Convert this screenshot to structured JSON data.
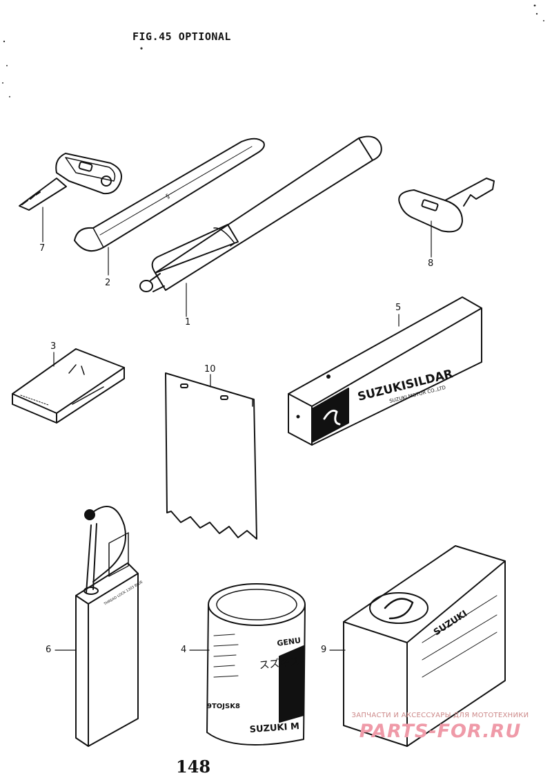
{
  "figure": {
    "title": "FIG.45  OPTIONAL",
    "page_number": "148"
  },
  "callouts": [
    {
      "id": "7",
      "label": "7"
    },
    {
      "id": "2",
      "label": "2"
    },
    {
      "id": "1",
      "label": "1"
    },
    {
      "id": "8",
      "label": "8"
    },
    {
      "id": "3",
      "label": "3"
    },
    {
      "id": "10",
      "label": "10"
    },
    {
      "id": "5",
      "label": "5"
    },
    {
      "id": "6",
      "label": "6"
    },
    {
      "id": "4",
      "label": "4"
    },
    {
      "id": "9",
      "label": "9"
    }
  ],
  "package_texts": {
    "box5_brand": "SUZUKISILDAR",
    "box5_maker": "SUZUKI MOTOR CO.,LTD",
    "can4_genuine": "GENU",
    "can4_kana": "スズキス-",
    "can4_code": "9TOJSK8",
    "can4_brand": "SUZUKI M",
    "can9_brand": "SUZUKI",
    "can6_label": "THREAD LOCK 1303 BLUE"
  },
  "watermark": {
    "tagline": "ЗАПЧАСТИ И АКСЕССУАРЫ ДЛЯ МОТОТЕХНИКИ",
    "site": "PARTS-FOR.RU"
  }
}
